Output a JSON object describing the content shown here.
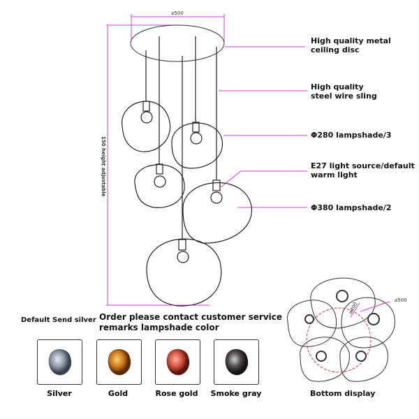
{
  "dimensions": {
    "disc_diameter": "⌀500",
    "height": "150 height adjustable",
    "inner_diameter": "⌀400",
    "outer_diameter": "⌀500"
  },
  "callouts": [
    {
      "line1": "High quality metal",
      "line2": "ceiling disc"
    },
    {
      "line1": "High quality",
      "line2": "steel wire sling"
    },
    {
      "line1": "Φ280 lampshade/3",
      "line2": ""
    },
    {
      "line1": "E27 light source/default",
      "line2": "warm light"
    },
    {
      "line1": "Φ380 lampshade/2",
      "line2": ""
    }
  ],
  "default_note": "Default Send silver",
  "order_note": {
    "line1": "Order please contact customer service",
    "line2": "remarks lampshade color"
  },
  "swatches": [
    {
      "label": "Silver",
      "color": "#8a95a5"
    },
    {
      "label": "Gold",
      "color": "#c8781a"
    },
    {
      "label": "Rose gold",
      "color": "#d0503a"
    },
    {
      "label": "Smoke gray",
      "color": "#4a4545"
    }
  ],
  "bottom_label": "Bottom display",
  "colors": {
    "dimension": "#d040d0",
    "line": "#333333",
    "center_circle": "#d04040"
  }
}
